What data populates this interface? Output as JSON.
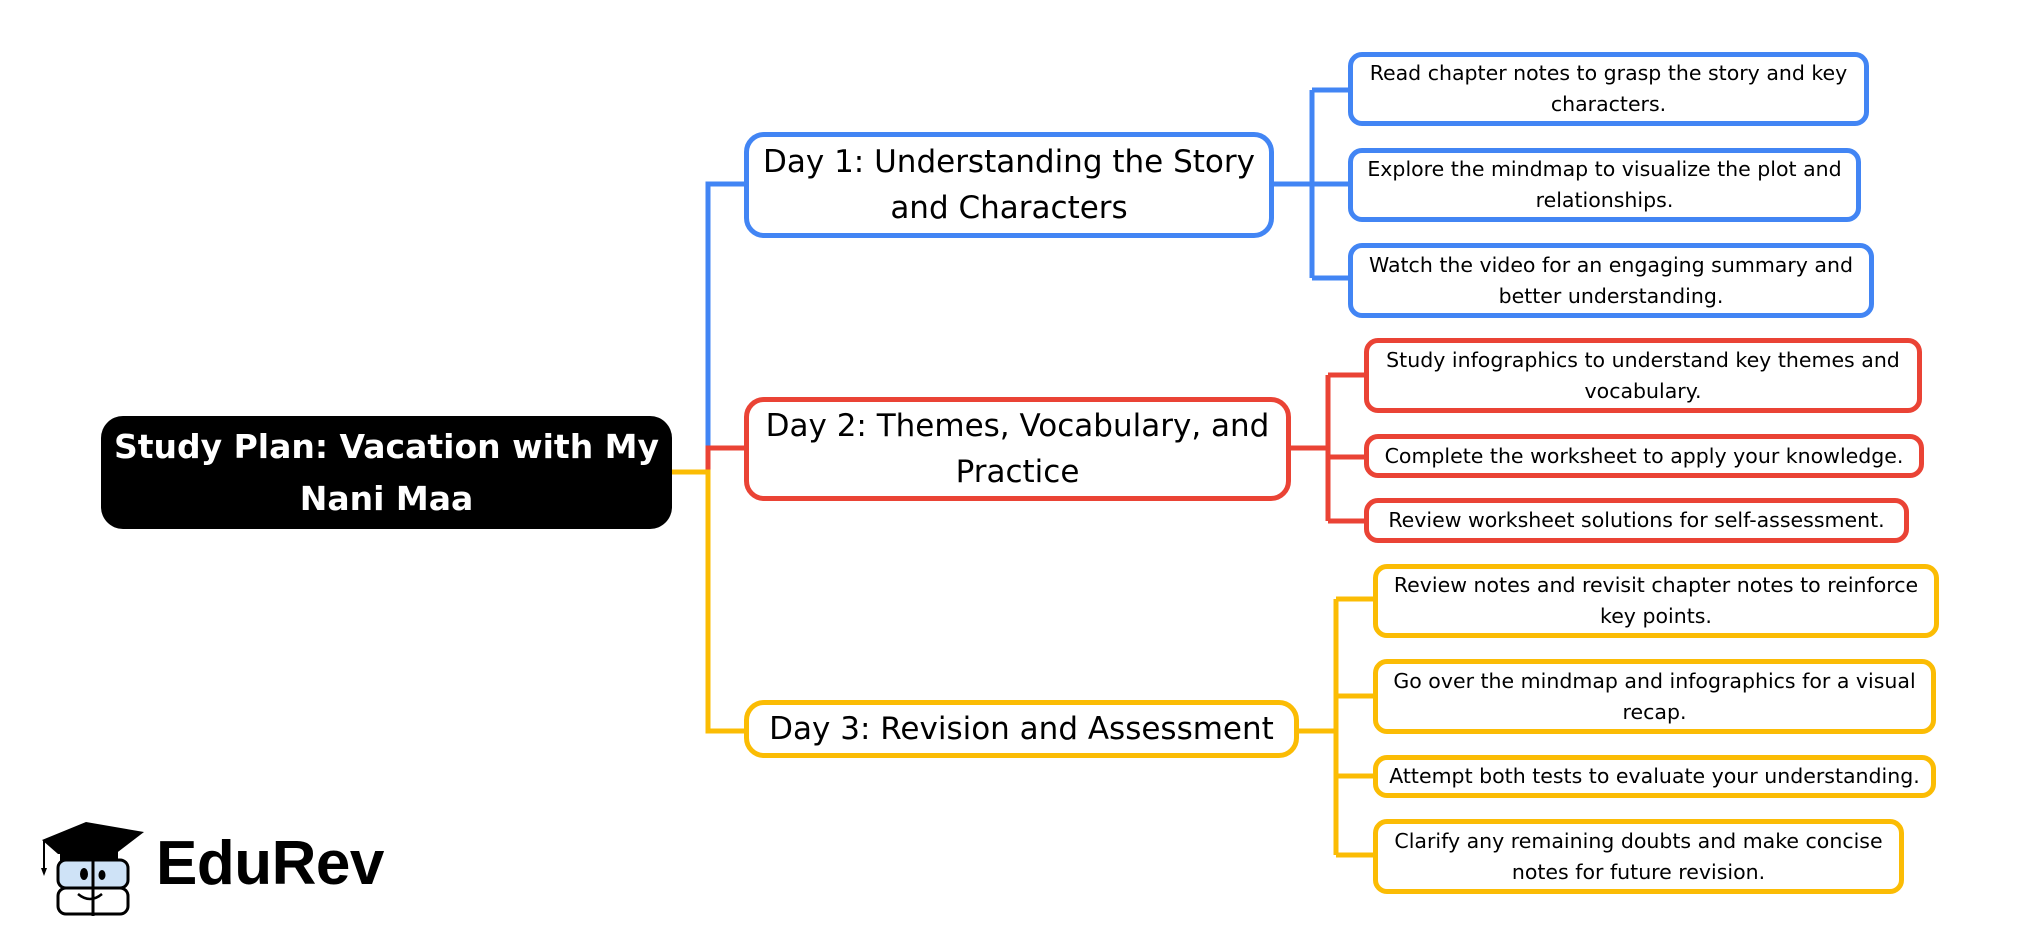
{
  "mindmap": {
    "root": {
      "label": "Study Plan: Vacation with My Nani Maa"
    },
    "branches": [
      {
        "label": "Day 1: Understanding the Story and Characters",
        "color": "#4285F4",
        "children": [
          "Read chapter notes to grasp the story and key characters.",
          "Explore the mindmap to visualize the plot and relationships.",
          "Watch the video for an engaging summary and better understanding."
        ]
      },
      {
        "label": "Day 2: Themes, Vocabulary, and Practice",
        "color": "#EA4335",
        "children": [
          "Study infographics to understand key themes and vocabulary.",
          "Complete the worksheet to apply your knowledge.",
          "Review worksheet solutions for self-assessment."
        ]
      },
      {
        "label": "Day 3: Revision and Assessment",
        "color": "#FBBC04",
        "children": [
          "Review notes and revisit chapter notes to reinforce key points.",
          "Go over the mindmap and infographics for a visual recap.",
          "Attempt both tests to evaluate your understanding.",
          "Clarify any remaining doubts and make concise notes for future revision."
        ]
      }
    ]
  },
  "branding": {
    "logo_text": "EduRev",
    "logo_icon": "graduation-cap-mascot-icon"
  }
}
